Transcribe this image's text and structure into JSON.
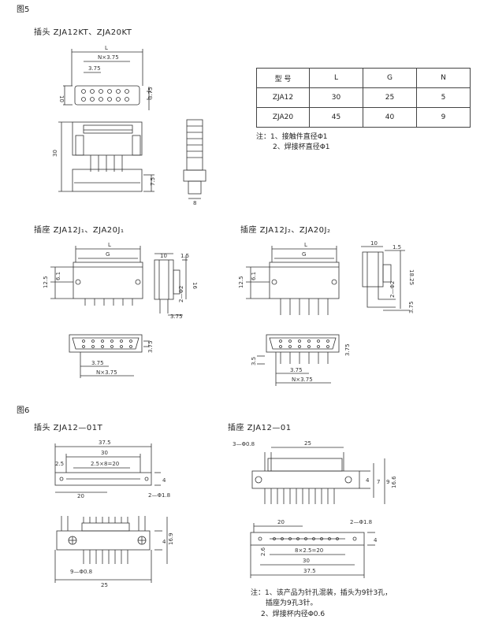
{
  "fig5": {
    "label": "图5",
    "plug_title": "插头  ZJA12KT、ZJA20KT",
    "socket1_title": "插座  ZJA12J₁、ZJA20J₁",
    "socket2_title": "插座  ZJA12J₂、ZJA20J₂",
    "table": {
      "headers": [
        "型  号",
        "L",
        "G",
        "N"
      ],
      "rows": [
        [
          "ZJA12",
          "30",
          "25",
          "5"
        ],
        [
          "ZJA20",
          "45",
          "40",
          "9"
        ]
      ]
    },
    "notes": [
      "注：1、接触件直径Φ1",
      "2、焊接杯直径Φ1"
    ],
    "dims": {
      "L": "L",
      "G": "G",
      "Nx375": "N×3.75",
      "d375": "3.75",
      "d10": "10",
      "d30": "30",
      "d75": "7.5",
      "d8": "8",
      "d125": "12.5",
      "d61": "6.1",
      "d15": "1.5",
      "d16": "16",
      "d2phi": "2—Φ2",
      "d1825": "18.25",
      "d35": "3.5"
    }
  },
  "fig6": {
    "label": "图6",
    "plug_title": "插头  ZJA12—01T",
    "socket_title": "插座  ZJA12—01",
    "dims": {
      "d375": "37.5",
      "d30": "30",
      "d25": "2.5",
      "d25x8": "2.5×8=20",
      "d20": "20",
      "d4": "4",
      "d2phi18": "2—Φ1.8",
      "d169": "16.9",
      "d25b": "25",
      "d9phi": "9—Φ0.8",
      "d3phi": "3—Φ0.8",
      "d25c": "25",
      "d7": "7",
      "d9": "9",
      "d166": "16.6",
      "d8x25": "8×2.5=20",
      "d26": "2.6"
    },
    "notes": [
      "注：1、该产品为针孔混装，插头为9针3孔，",
      "插座为9孔3针。",
      "2、焊接杯内径Φ0.6"
    ]
  }
}
